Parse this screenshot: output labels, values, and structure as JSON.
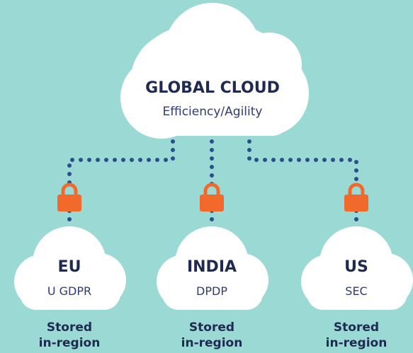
{
  "colors": {
    "background": "#9bd9d4",
    "cloud": "#ffffff",
    "connector": "#2b4f8a",
    "lock": "#f26a2b",
    "title_text": "#1f2a52",
    "subtitle_text": "#2f3b73"
  },
  "global": {
    "title": "GLOBAL CLOUD",
    "subtitle": "Efficiency/Agility"
  },
  "regions": [
    {
      "title": "EU",
      "subtitle": "U GDPR",
      "note_line1": "Stored",
      "note_line2": "in-region",
      "icon": "lock-icon"
    },
    {
      "title": "INDIA",
      "subtitle": "DPDP",
      "note_line1": "Stored",
      "note_line2": "in-region",
      "icon": "lock-icon"
    },
    {
      "title": "US",
      "subtitle": "SEC",
      "note_line1": "Stored",
      "note_line2": "in-region",
      "icon": "lock-icon"
    }
  ]
}
